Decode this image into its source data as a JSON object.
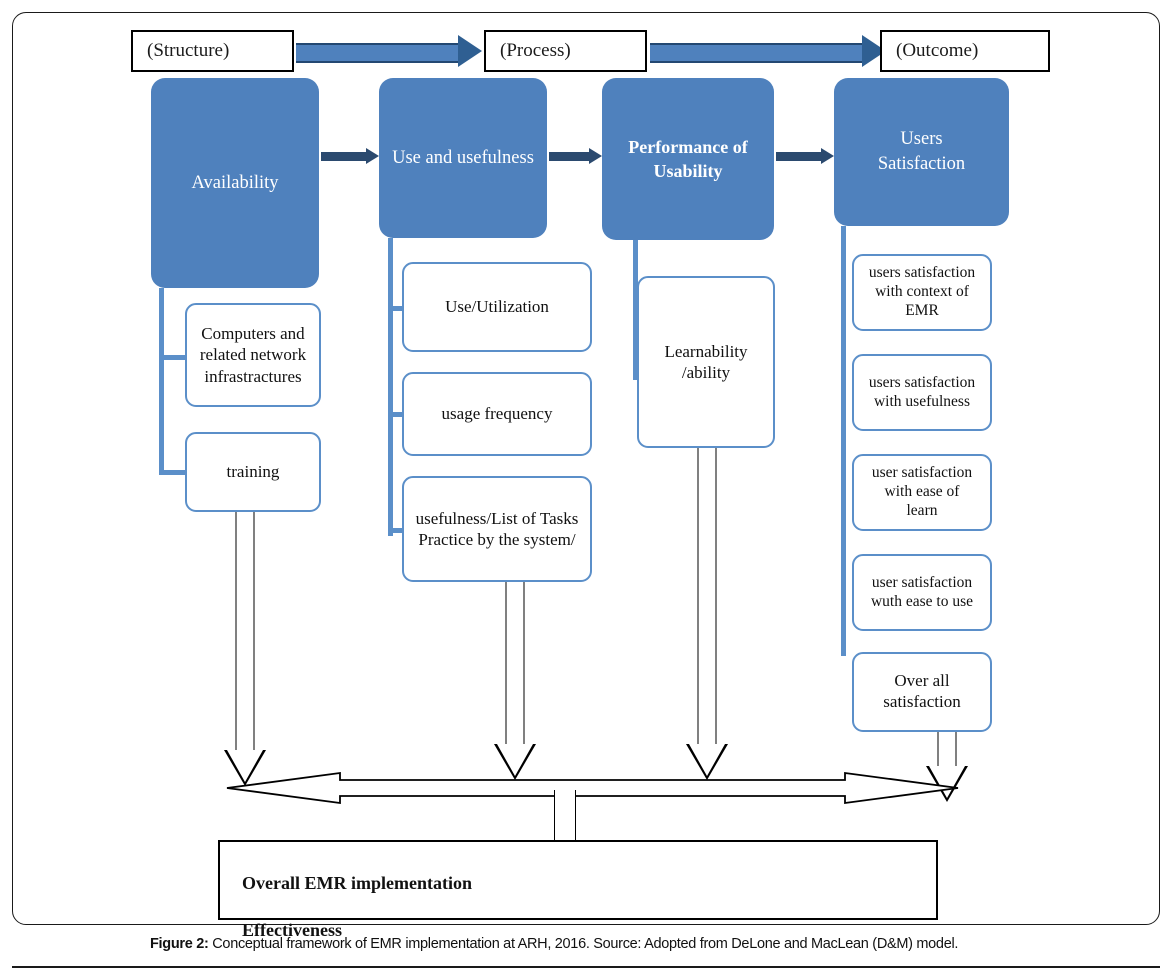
{
  "figure": {
    "caption_label": "Figure 2:",
    "caption_text": " Conceptual framework of EMR implementation at ARH, 2016. Source: Adopted from DeLone and MacLean (D&M) model."
  },
  "colors": {
    "primary_blue": "#4F81BD",
    "outline_blue": "#5B8FC9",
    "arrow_navy": "#2B4A6F",
    "black": "#000000"
  },
  "headers": [
    {
      "label": "(Structure)"
    },
    {
      "label": "(Process)"
    },
    {
      "label": "(Outcome)"
    }
  ],
  "pillars": [
    {
      "label": "Availability",
      "bold": false
    },
    {
      "label": "Use and usefulness",
      "bold": false
    },
    {
      "label": "Performance of\nUsability",
      "bold": true
    },
    {
      "label": "Users\nSatisfaction",
      "bold": false
    }
  ],
  "columns": {
    "availability": [
      {
        "label": "Computers and\nrelated network\ninfrastractures"
      },
      {
        "label": "training"
      }
    ],
    "use_and_usefulness": [
      {
        "label": "Use/Utilization"
      },
      {
        "label": "usage frequency"
      },
      {
        "label": "usefulness/List of Tasks\nPractice by the system/"
      }
    ],
    "performance_of_usability": [
      {
        "label": "Learnability\n/ability"
      }
    ],
    "users_satisfaction": [
      {
        "label": "users satisfaction\nwith context of\nEMR"
      },
      {
        "label": "users satisfaction\nwith usefulness"
      },
      {
        "label": "user satisfaction\nwith ease of\nlearn"
      },
      {
        "label": "user satisfaction\nwuth ease to use"
      },
      {
        "label": "Over all\nsatisfaction"
      }
    ]
  },
  "result": {
    "line1": "Overall EMR implementation",
    "line2": "Effectiveness"
  }
}
